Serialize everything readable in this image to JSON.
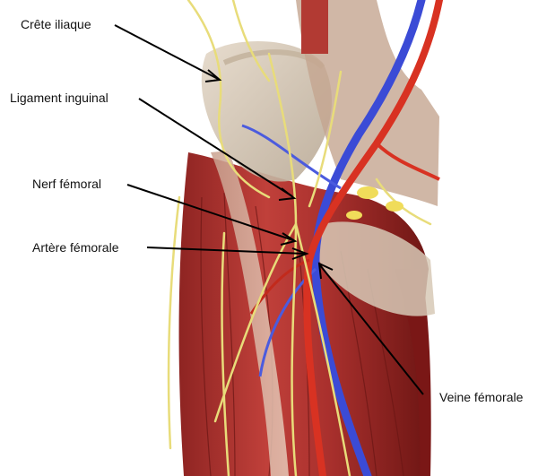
{
  "figure": {
    "labels": {
      "crete_iliaque": "Crête iliaque",
      "ligament_inguinal": "Ligament inguinal",
      "nerf_femoral": "Nerf fémoral",
      "artere_femorale": "Artère fémorale",
      "veine_femorale": "Veine fémorale"
    },
    "colors": {
      "muscle": "#b0322f",
      "muscle_dark": "#7a1716",
      "bone": "#d8c8b6",
      "nerve": "#e8dc7a",
      "artery": "#d83222",
      "vein": "#3b4bd6",
      "arrow": "#000000"
    }
  }
}
